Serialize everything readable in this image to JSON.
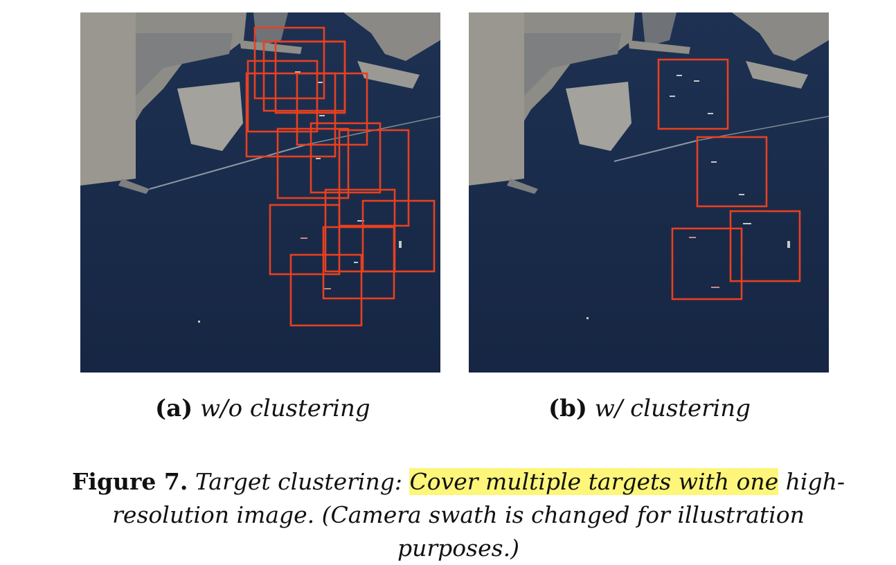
{
  "panels": [
    {
      "id": "a",
      "label": "(a)",
      "title": "w/o clustering",
      "frame_count": 14
    },
    {
      "id": "b",
      "label": "(b)",
      "title": "w/ clustering",
      "frame_count": 4
    }
  ],
  "caption": {
    "figure_label": "Figure 7.",
    "text_before": "Target clustering: ",
    "highlighted": "Cover multiple targets with one",
    "text_after": " high-resolution image. (Camera swath is changed for illustration purposes.)"
  },
  "colors": {
    "frame": "#e8401f",
    "water": "#18294a",
    "highlight": "#fdf67a"
  }
}
